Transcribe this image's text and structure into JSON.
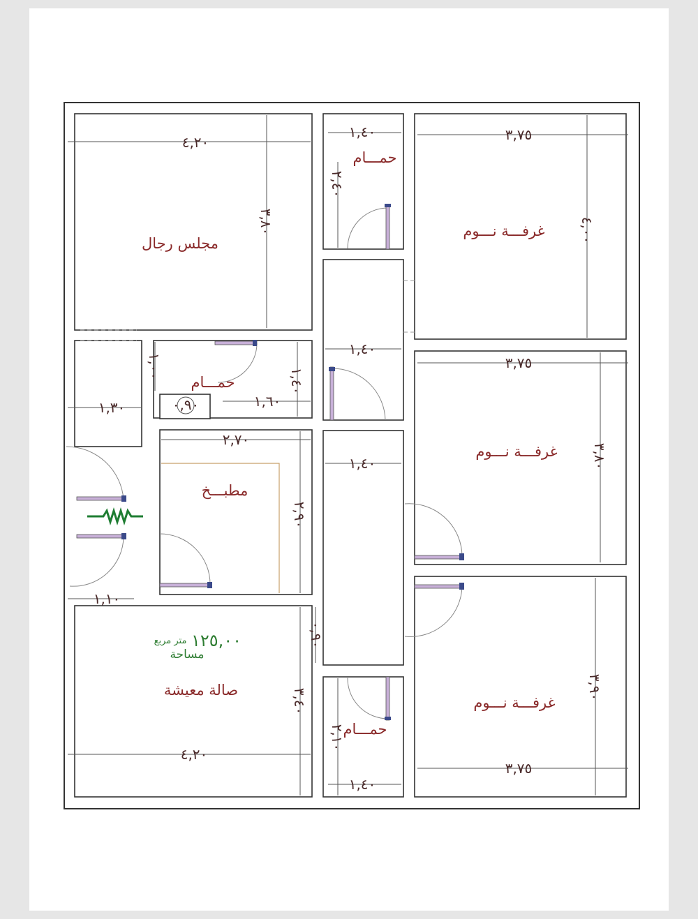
{
  "rooms": {
    "majlis": "مجلس رجال",
    "bath_top": "حمـــام",
    "bath_mid": "حمـــام",
    "bath_bottom": "حمـــام",
    "bedroom_1": "غرفـــة نـــوم",
    "bedroom_2": "غرفـــة نـــوم",
    "bedroom_3": "غرفـــة نـــوم",
    "kitchen": "مطبـــخ",
    "living": "صالة معيشة"
  },
  "area": {
    "value": "١٢٥,٠٠",
    "unit": "متر مربع",
    "label": "مساحة"
  },
  "dimensions": {
    "majlis_w": "٤,٢٠",
    "majlis_h": "٣,٨٠",
    "bath_top_w": "١,٤٠",
    "bath_top_h": "٢,٤٠",
    "bedroom_1_w": "٣,٧٥",
    "bedroom_1_h": "٤,٠٠",
    "bath_mid_h": "١,٠٠",
    "bath_mid_w": "١,٦٠",
    "bath_mid_h2": "١,٤٠",
    "corridor_upper_w": "١,٤٠",
    "corridor_lower_w": "١,٤٠",
    "entry_w": "١,٣٠",
    "duct": "٠,٩٠",
    "kitchen_w": "٢,٧٠",
    "kitchen_h": "٢,٩٠",
    "bedroom_2_w": "٣,٧٥",
    "bedroom_2_h": "٣,٨٠",
    "entry_bottom_w": "١,١٠",
    "corridor_gap": "٠,٩٠",
    "living_h": "٣,٤٠",
    "living_w": "٤,٢٠",
    "bath_bottom_h": "٢,١٠",
    "bath_bottom_w": "١,٤٠",
    "bedroom_3_h": "٣,٩٠",
    "bedroom_3_w": "٣,٧٥"
  }
}
